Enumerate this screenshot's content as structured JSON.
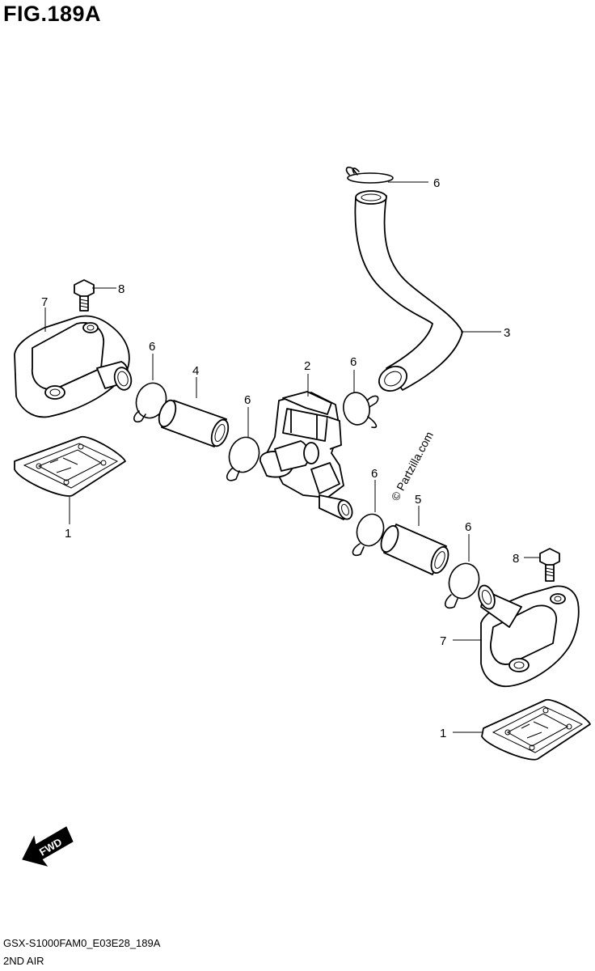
{
  "figure": {
    "title": "FIG.189A",
    "code": "GSX-S1000FAM0_E03E28_189A",
    "name": "2ND AIR",
    "watermark": "© Partzilla.com",
    "fwd_label": "FWD"
  },
  "callouts": [
    {
      "id": "c6a",
      "label": "6"
    },
    {
      "id": "c8a",
      "label": "8"
    },
    {
      "id": "c7a",
      "label": "7"
    },
    {
      "id": "c3",
      "label": "3"
    },
    {
      "id": "c2",
      "label": "2"
    },
    {
      "id": "c6b",
      "label": "6"
    },
    {
      "id": "c6c",
      "label": "6"
    },
    {
      "id": "c4",
      "label": "4"
    },
    {
      "id": "c6d",
      "label": "6"
    },
    {
      "id": "c1a",
      "label": "1"
    },
    {
      "id": "c6e",
      "label": "6"
    },
    {
      "id": "c5",
      "label": "5"
    },
    {
      "id": "c6f",
      "label": "6"
    },
    {
      "id": "c8b",
      "label": "8"
    },
    {
      "id": "c7b",
      "label": "7"
    },
    {
      "id": "c1b",
      "label": "1"
    }
  ]
}
